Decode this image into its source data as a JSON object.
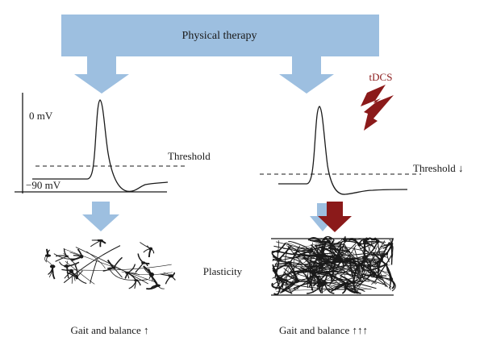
{
  "banner": {
    "label": "Physical therapy"
  },
  "labels": {
    "tdcs": "tDCS",
    "zero_mv": "0 mV",
    "minus90_mv": "−90 mV",
    "threshold_left": "Threshold",
    "threshold_right": "Threshold ↓",
    "plasticity": "Plasticity",
    "outcome_left": "Gait and balance ↑",
    "outcome_right": "Gait and balance ↑↑↑"
  },
  "colors": {
    "therapy_blue": "#9dbfe0",
    "tdcs_red": "#8b1a1a",
    "ink": "#1a1a1a"
  },
  "icons": {
    "tdcs": "lightning-bolt-icon",
    "flow": "down-arrow-icon"
  }
}
